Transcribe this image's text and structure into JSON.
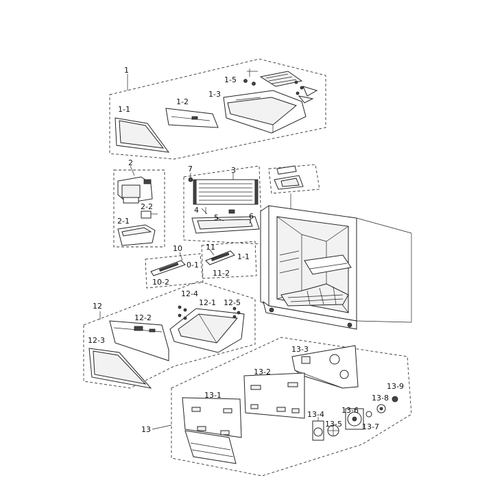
{
  "labels": {
    "g1": "1",
    "p1_1": "1-1",
    "p1_2": "1-2",
    "p1_3": "1-3",
    "p1_5": "1-5",
    "g2": "2",
    "p2_1": "2-1",
    "p2_2": "2-2",
    "p3": "3",
    "p4": "4",
    "p5": "5",
    "p6": "6",
    "p7": "7",
    "g10": "10",
    "p10_1": "0-1",
    "p10_2": "10-2",
    "g11": "11",
    "p11_1": "1-1",
    "p11_2": "11-2",
    "g12": "12",
    "p12_1": "12-1",
    "p12_2": "12-2",
    "p12_3": "12-3",
    "p12_4": "12-4",
    "p12_5": "12-5",
    "g13": "13",
    "p13_1": "13-1",
    "p13_2": "13-2",
    "p13_3": "13-3",
    "p13_4": "13-4",
    "p13_5": "13-5",
    "p13_6": "13-6",
    "p13_7": "13-7",
    "p13_8": "13-8",
    "p13_9": "13-9"
  },
  "icons": [
    "refrigerator-cabinet",
    "drawer",
    "evaporator",
    "ice-maker",
    "fan-motor",
    "cover-panel"
  ]
}
